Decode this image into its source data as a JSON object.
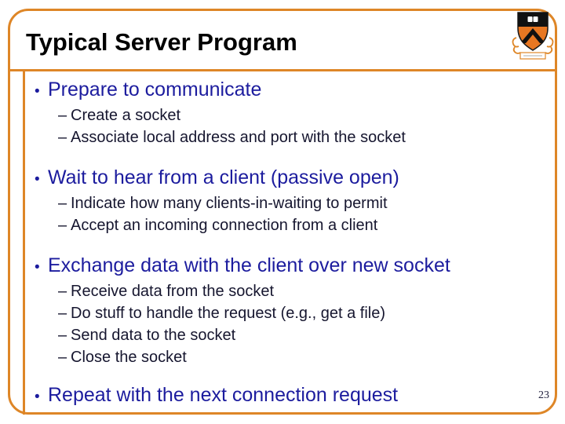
{
  "slide": {
    "title": "Typical Server Program",
    "page_number": "23",
    "bullet_char": "•",
    "dash_char": "–",
    "logo_name": "princeton-university-crest",
    "colors": {
      "accent_orange": "#DE8627",
      "heading_navy": "#1C1C9E",
      "sub_bullet_navy": "#16162F",
      "title_black": "#000000"
    },
    "sections": [
      {
        "heading": "Prepare to communicate",
        "subs": [
          "Create a socket",
          "Associate local address and port with the socket"
        ]
      },
      {
        "heading": "Wait to hear from a client (passive open)",
        "subs": [
          "Indicate how many clients-in-waiting to permit",
          "Accept an incoming connection from a client"
        ]
      },
      {
        "heading": "Exchange data with the client over new socket",
        "subs": [
          "Receive data from the socket",
          "Do stuff to handle the request (e.g., get a file)",
          "Send data to the socket",
          "Close the socket"
        ]
      },
      {
        "heading": "Repeat with the next connection request",
        "subs": []
      }
    ]
  }
}
